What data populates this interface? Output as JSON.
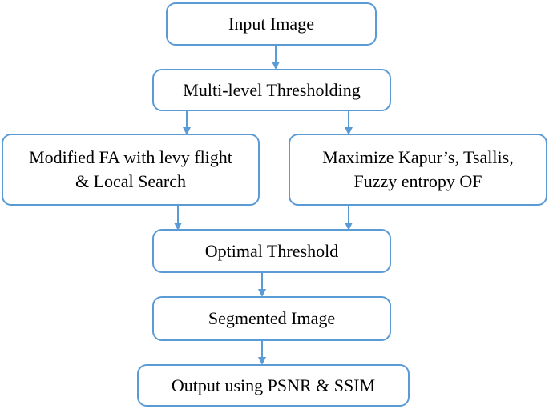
{
  "colors": {
    "border": "#5b9bd5",
    "arrow": "#5b9bd5",
    "text": "#000000",
    "background": "#ffffff"
  },
  "nodes": {
    "input_image": "Input Image",
    "multilevel_thresholding": "Multi-level Thresholding",
    "modified_fa": "Modified FA with levy flight & Local Search",
    "maximize_entropy": "Maximize Kapur’s, Tsallis, Fuzzy entropy OF",
    "optimal_threshold": "Optimal Threshold",
    "segmented_image": "Segmented Image",
    "output": "Output using PSNR & SSIM"
  },
  "edges": [
    {
      "from": "input_image",
      "to": "multilevel_thresholding"
    },
    {
      "from": "multilevel_thresholding",
      "to": "modified_fa"
    },
    {
      "from": "multilevel_thresholding",
      "to": "maximize_entropy"
    },
    {
      "from": "modified_fa",
      "to": "optimal_threshold"
    },
    {
      "from": "maximize_entropy",
      "to": "optimal_threshold"
    },
    {
      "from": "optimal_threshold",
      "to": "segmented_image"
    },
    {
      "from": "segmented_image",
      "to": "output"
    }
  ]
}
